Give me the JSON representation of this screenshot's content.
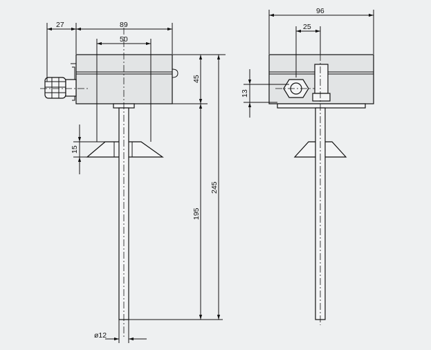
{
  "drawing": {
    "side_view": {
      "dim_27": "27",
      "dim_89": "89",
      "dim_50": "50",
      "dim_45": "45",
      "dim_15": "15",
      "dim_195": "195",
      "dim_245": "245",
      "dim_d12": "ø12"
    },
    "front_view": {
      "dim_96": "96",
      "dim_25": "25",
      "dim_13": "13"
    }
  }
}
